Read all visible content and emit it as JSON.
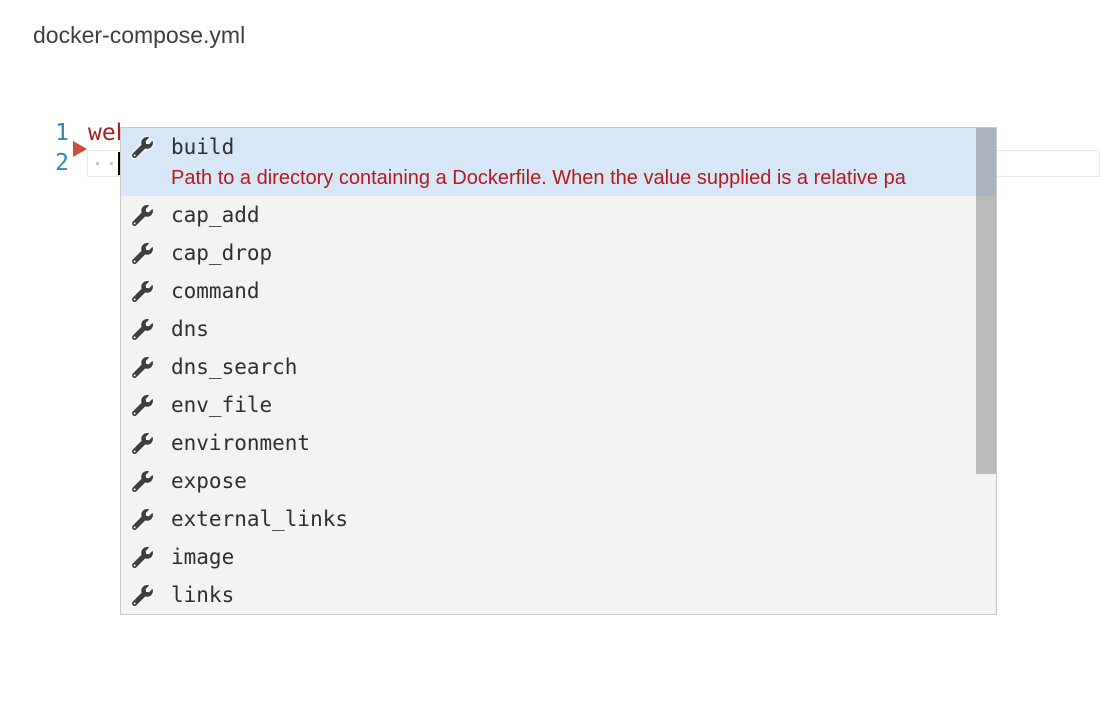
{
  "window": {
    "title": "docker-compose.yml"
  },
  "editor": {
    "lines": [
      {
        "number": "1",
        "code": "web:"
      },
      {
        "number": "2",
        "code": "",
        "indent_spaces": 2,
        "has_cursor": true
      }
    ],
    "marker": "red-triangle-marker"
  },
  "autocomplete": {
    "items": [
      {
        "label": "build",
        "selected": true,
        "description": "Path to a directory containing a Dockerfile. When the value supplied is a relative pa"
      },
      {
        "label": "cap_add"
      },
      {
        "label": "cap_drop"
      },
      {
        "label": "command"
      },
      {
        "label": "dns"
      },
      {
        "label": "dns_search"
      },
      {
        "label": "env_file"
      },
      {
        "label": "environment"
      },
      {
        "label": "expose"
      },
      {
        "label": "external_links"
      },
      {
        "label": "image"
      },
      {
        "label": "links"
      }
    ],
    "item_icon": "wrench-icon"
  },
  "colors": {
    "title-gray": "#3e3e3e",
    "keyword-red": "#a81f1f",
    "line-number-blue": "#2f87b3",
    "marker-red": "#ca4c47",
    "current-line-border": "#e8e8e8",
    "whitespace-dot": "#c4c4c4",
    "cursor-black": "#000000",
    "popup-bg": "#f3f3f3",
    "popup-border": "#c9c9c9",
    "selected-bg": "#d8e7f8",
    "item-text": "#2f2f2f",
    "description-red": "#b11b1b",
    "icon-gray": "#3c4043",
    "scrollbar-thumb": "rgba(110,110,110,0.42)"
  }
}
